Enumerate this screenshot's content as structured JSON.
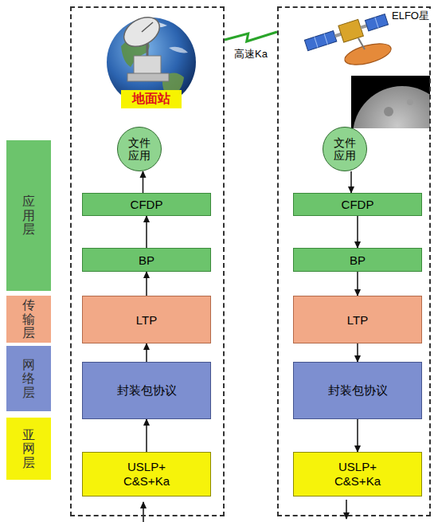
{
  "diagram": {
    "nodes": [
      {
        "text": [
          "应用层"
        ]
      },
      {
        "text": [
          "传输层"
        ]
      },
      {
        "text": [
          "网络层"
        ]
      },
      {
        "text": [
          "亚网层"
        ]
      },
      {
        "text": [
          "地面站"
        ]
      },
      {
        "text": [
          "文件应用"
        ],
        "in": 4
      },
      {
        "text": [
          "CFDP"
        ],
        "in": 4
      },
      {
        "text": [
          "BP"
        ],
        "in": 4
      },
      {
        "text": [
          "LTP"
        ],
        "in": 4
      },
      {
        "text": [
          "封装包协议"
        ],
        "in": 4
      },
      {
        "text": [
          "USLP+ C&S+Ka"
        ],
        "in": 4
      },
      {
        "text": [
          "ELFO星"
        ]
      },
      {
        "text": [
          "文件应用"
        ],
        "in": 11
      },
      {
        "text": [
          "CFDP"
        ],
        "in": 11
      },
      {
        "text": [
          "BP"
        ],
        "in": 11
      },
      {
        "text": [
          "LTP"
        ],
        "in": 11
      },
      {
        "text": [
          "封装包协议"
        ],
        "in": 11
      },
      {
        "text": [
          "USLP+ C&S+Ka"
        ],
        "in": 11
      }
    ],
    "edges": [
      {
        "from": 10,
        "to": 9,
        "arrow": "to"
      },
      {
        "from": 9,
        "to": 8,
        "arrow": "to"
      },
      {
        "from": 8,
        "to": 7,
        "arrow": "to"
      },
      {
        "from": 7,
        "to": 6,
        "arrow": "to"
      },
      {
        "from": 6,
        "to": 5,
        "arrow": "to"
      },
      {
        "from": 12,
        "to": 13,
        "arrow": "to"
      },
      {
        "from": 13,
        "to": 14,
        "arrow": "to"
      },
      {
        "from": 14,
        "to": 15,
        "arrow": "to"
      },
      {
        "from": 15,
        "to": 16,
        "arrow": "to"
      },
      {
        "from": 16,
        "to": 17,
        "arrow": "to"
      },
      {
        "from": 4,
        "to": 11,
        "label": "高速Ka",
        "arrow": "none"
      }
    ]
  }
}
